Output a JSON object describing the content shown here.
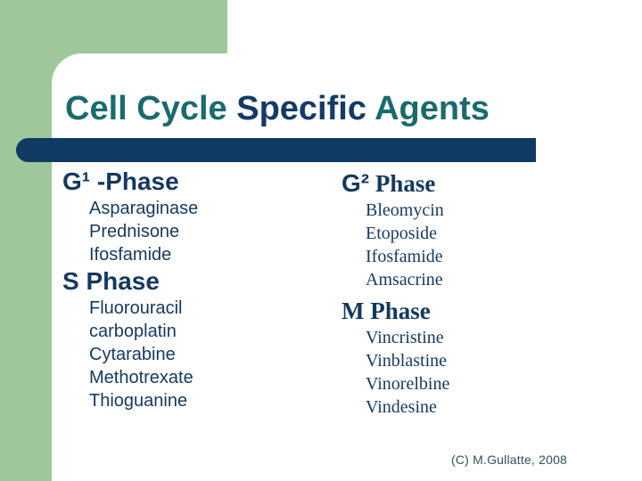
{
  "title": {
    "segments": [
      {
        "text": "Cell Cycle ",
        "color": "#1a6b6b"
      },
      {
        "text": "Specific ",
        "color": "#143a66"
      },
      {
        "text": "Agents",
        "color": "#1a6b6b"
      }
    ]
  },
  "decorations": {
    "green_band_color": "#a0c69c",
    "divider_bar_color": "#0f3a62",
    "body_text_color": "#15395f"
  },
  "columns": {
    "left": {
      "sections": [
        {
          "heading": "G¹ -Phase",
          "items": [
            "Asparaginase",
            "Prednisone",
            "Ifosfamide"
          ]
        },
        {
          "heading": "S Phase",
          "items": [
            "Fluorouracil",
            "carboplatin",
            "Cytarabine",
            "Methotrexate",
            "Thioguanine"
          ]
        }
      ]
    },
    "right": {
      "sections": [
        {
          "heading_g": "G²",
          "heading_rest": " Phase",
          "items": [
            "Bleomycin",
            "Etoposide",
            "Ifosfamide",
            "Amsacrine"
          ]
        },
        {
          "heading": "M Phase",
          "items": [
            "Vincristine",
            "Vinblastine",
            "Vinorelbine",
            "Vindesine"
          ]
        }
      ]
    }
  },
  "footer": {
    "credit": "(C) M.Gullatte, 2008"
  }
}
